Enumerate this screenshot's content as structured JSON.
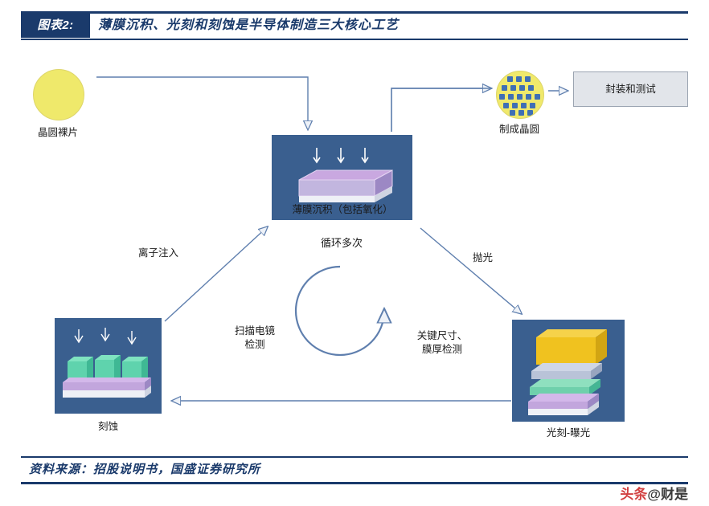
{
  "header": {
    "badge": "图表2:",
    "title": "薄膜沉积、光刻和刻蚀是半导体制造三大核心工艺"
  },
  "footer": {
    "source": "资料来源：招股说明书，国盛证券研究所",
    "watermark_icon": "头条",
    "watermark_text": "@财是"
  },
  "diagram": {
    "type": "process-flow",
    "nodes": [
      {
        "id": "wafer",
        "label": "晶圆裸片",
        "shape": "circle",
        "color": "#efe96b"
      },
      {
        "id": "deposition",
        "label": "薄膜沉积（包括氧化）",
        "shape": "box",
        "color": "#3a5f8f"
      },
      {
        "id": "litho",
        "label": "光刻-曝光",
        "shape": "box",
        "color": "#3a5f8f"
      },
      {
        "id": "etch",
        "label": "刻蚀",
        "shape": "box",
        "color": "#3a5f8f"
      },
      {
        "id": "patterned_wafer",
        "label": "制成晶圆",
        "shape": "circle",
        "color": "#f0e96b"
      },
      {
        "id": "package_test",
        "label": "封装和测试",
        "shape": "box",
        "color": "#e2e5ea"
      }
    ],
    "edge_labels": [
      {
        "id": "cycle",
        "text": "循环多次"
      },
      {
        "id": "implant",
        "text": "离子注入"
      },
      {
        "id": "polish",
        "text": "抛光"
      },
      {
        "id": "sem",
        "line1": "扫描电镜",
        "line2": "检测"
      },
      {
        "id": "cd",
        "line1": "关键尺寸、",
        "line2": "膜厚检测"
      }
    ]
  },
  "colors": {
    "brand_blue": "#1a3a6b",
    "node_blue": "#3a5f8f",
    "wafer_yellow": "#efe96b",
    "panel_gray": "#e2e5ea",
    "arrow_stroke": "#5f7fae"
  }
}
